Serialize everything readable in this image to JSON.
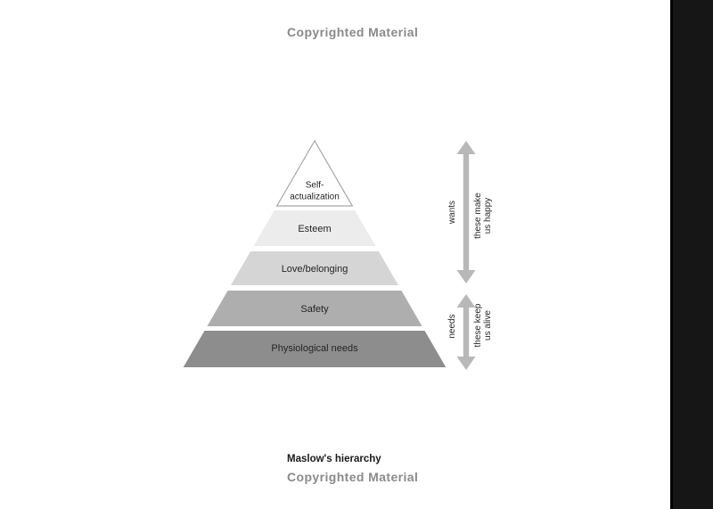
{
  "page": {
    "top_copyright": "Copyrighted Material",
    "bottom_copyright": "Copyrighted Material",
    "caption": "Maslow's hierarchy"
  },
  "pyramid": {
    "title": "Maslow's hierarchy",
    "levels": [
      {
        "label": "Self-actualization",
        "line1": "Self-",
        "line2": "actualization",
        "fill": "#ffffff"
      },
      {
        "label": "Esteem",
        "fill": "#ececec"
      },
      {
        "label": "Love/belonging",
        "fill": "#d5d5d5"
      },
      {
        "label": "Safety",
        "fill": "#aeaeae"
      },
      {
        "label": "Physiological needs",
        "fill": "#8d8d8d"
      }
    ]
  },
  "annotations": {
    "wants_label": "wants",
    "wants_desc_line1": "these make",
    "wants_desc_line2": "us happy",
    "needs_label": "needs",
    "needs_desc_line1": "these keep",
    "needs_desc_line2": "us alive"
  },
  "colors": {
    "arrow": "#b8b8b8",
    "copyright_text": "#8a8a8a",
    "page_edge_band": "#161616",
    "level_text": "#242424"
  }
}
